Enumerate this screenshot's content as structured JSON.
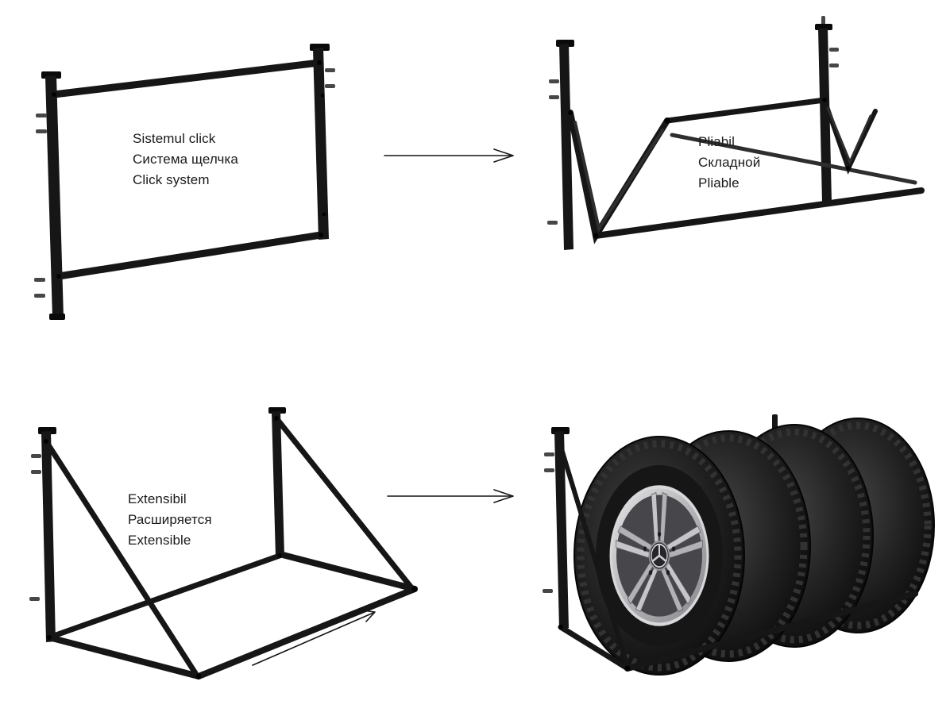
{
  "page": {
    "background": "#ffffff"
  },
  "colors": {
    "background": "#ffffff",
    "frame": "#161616",
    "peg": "#474747",
    "text": "#1a1a1a",
    "rim": "#c6c6ca",
    "tire": "#0b0b0b"
  },
  "labels": {
    "click_system": {
      "lines": [
        "Sistemul click",
        "Система щелчка",
        "Click system"
      ]
    },
    "foldable": {
      "lines": [
        "Pliabil",
        "Складной",
        "Pliable"
      ]
    },
    "extensible": {
      "lines": [
        "Extensibil",
        "Расширяется",
        "Extensible"
      ]
    }
  },
  "icons": {
    "arrow_top": "right-arrow",
    "arrow_bottom": "right-arrow",
    "arrow_extension": "up-right-arrow",
    "wheel_emblem": "three-pointed-star"
  }
}
